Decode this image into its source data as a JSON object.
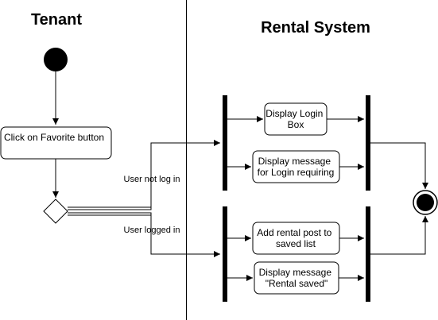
{
  "lanes": {
    "left_title": "Tenant",
    "right_title": "Rental System"
  },
  "nodes": {
    "click_favorite": "Click on Favorite button",
    "display_login_box": [
      "Display Login",
      "Box"
    ],
    "display_login_required": [
      "Display message",
      "for Login requiring"
    ],
    "add_to_saved": [
      "Add rental post to",
      "saved list"
    ],
    "display_rental_saved": [
      "Display message",
      "\"Rental saved\""
    ]
  },
  "guards": {
    "not_logged_in": "User not log in",
    "logged_in": "User logged in"
  },
  "colors": {
    "stroke": "#000000",
    "fill": "#ffffff"
  }
}
